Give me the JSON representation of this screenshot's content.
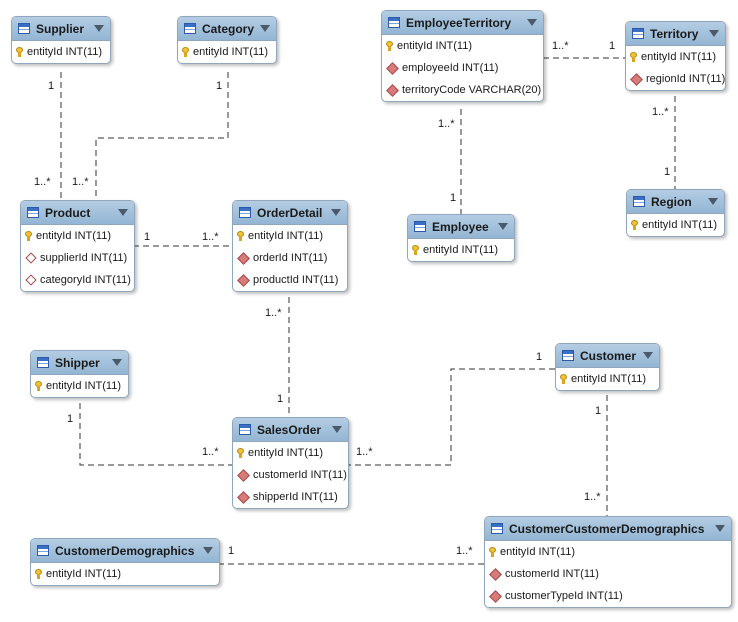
{
  "entities": {
    "supplier": {
      "title": "Supplier",
      "columns": [
        {
          "text": "entityId INT(11)",
          "icon": "primary-key-icon"
        }
      ]
    },
    "category": {
      "title": "Category",
      "columns": [
        {
          "text": "entityId INT(11)",
          "icon": "primary-key-icon"
        }
      ]
    },
    "employee_territory": {
      "title": "EmployeeTerritory",
      "columns": [
        {
          "text": "entityId INT(11)",
          "icon": "primary-key-icon"
        },
        {
          "text": "employeeId INT(11)",
          "icon": "foreign-key-icon"
        },
        {
          "text": "territoryCode VARCHAR(20)",
          "icon": "foreign-key-icon"
        }
      ]
    },
    "territory": {
      "title": "Territory",
      "columns": [
        {
          "text": "entityId INT(11)",
          "icon": "primary-key-icon"
        },
        {
          "text": "regionId INT(11)",
          "icon": "foreign-key-icon"
        }
      ]
    },
    "product": {
      "title": "Product",
      "columns": [
        {
          "text": "entityId INT(11)",
          "icon": "primary-key-icon"
        },
        {
          "text": "supplierId INT(11)",
          "icon": "attribute-icon"
        },
        {
          "text": "categoryId INT(11)",
          "icon": "attribute-icon"
        }
      ]
    },
    "order_detail": {
      "title": "OrderDetail",
      "columns": [
        {
          "text": "entityId INT(11)",
          "icon": "primary-key-icon"
        },
        {
          "text": "orderId INT(11)",
          "icon": "foreign-key-icon"
        },
        {
          "text": "productId INT(11)",
          "icon": "foreign-key-icon"
        }
      ]
    },
    "employee": {
      "title": "Employee",
      "columns": [
        {
          "text": "entityId INT(11)",
          "icon": "primary-key-icon"
        }
      ]
    },
    "region": {
      "title": "Region",
      "columns": [
        {
          "text": "entityId INT(11)",
          "icon": "primary-key-icon"
        }
      ]
    },
    "shipper": {
      "title": "Shipper",
      "columns": [
        {
          "text": "entityId INT(11)",
          "icon": "primary-key-icon"
        }
      ]
    },
    "customer": {
      "title": "Customer",
      "columns": [
        {
          "text": "entityId INT(11)",
          "icon": "primary-key-icon"
        }
      ]
    },
    "sales_order": {
      "title": "SalesOrder",
      "columns": [
        {
          "text": "entityId INT(11)",
          "icon": "primary-key-icon"
        },
        {
          "text": "customerId INT(11)",
          "icon": "foreign-key-icon"
        },
        {
          "text": "shipperId INT(11)",
          "icon": "foreign-key-icon"
        }
      ]
    },
    "customer_demographics": {
      "title": "CustomerDemographics",
      "columns": [
        {
          "text": "entityId INT(11)",
          "icon": "primary-key-icon"
        }
      ]
    },
    "customer_customer_demographics": {
      "title": "CustomerCustomerDemographics",
      "columns": [
        {
          "text": "entityId INT(11)",
          "icon": "primary-key-icon"
        },
        {
          "text": "customerId INT(11)",
          "icon": "foreign-key-icon"
        },
        {
          "text": "customerTypeId INT(11)",
          "icon": "foreign-key-icon"
        }
      ]
    }
  },
  "relationships": [
    {
      "from": "supplier",
      "to": "product",
      "from_card": "1",
      "to_card": "1..*"
    },
    {
      "from": "category",
      "to": "product",
      "from_card": "1",
      "to_card": "1..*"
    },
    {
      "from": "product",
      "to": "order_detail",
      "from_card": "1",
      "to_card": "1..*"
    },
    {
      "from": "employee_territory",
      "to": "territory",
      "from_card": "1..*",
      "to_card": "1"
    },
    {
      "from": "employee_territory",
      "to": "employee",
      "from_card": "1..*",
      "to_card": "1"
    },
    {
      "from": "territory",
      "to": "region",
      "from_card": "1..*",
      "to_card": "1"
    },
    {
      "from": "order_detail",
      "to": "sales_order",
      "from_card": "1..*",
      "to_card": "1"
    },
    {
      "from": "shipper",
      "to": "sales_order",
      "from_card": "1",
      "to_card": "1..*"
    },
    {
      "from": "customer",
      "to": "sales_order",
      "from_card": "1",
      "to_card": "1..*"
    },
    {
      "from": "customer",
      "to": "customer_customer_demographics",
      "from_card": "1",
      "to_card": "1..*"
    },
    {
      "from": "customer_demographics",
      "to": "customer_customer_demographics",
      "from_card": "1",
      "to_card": "1..*"
    }
  ]
}
